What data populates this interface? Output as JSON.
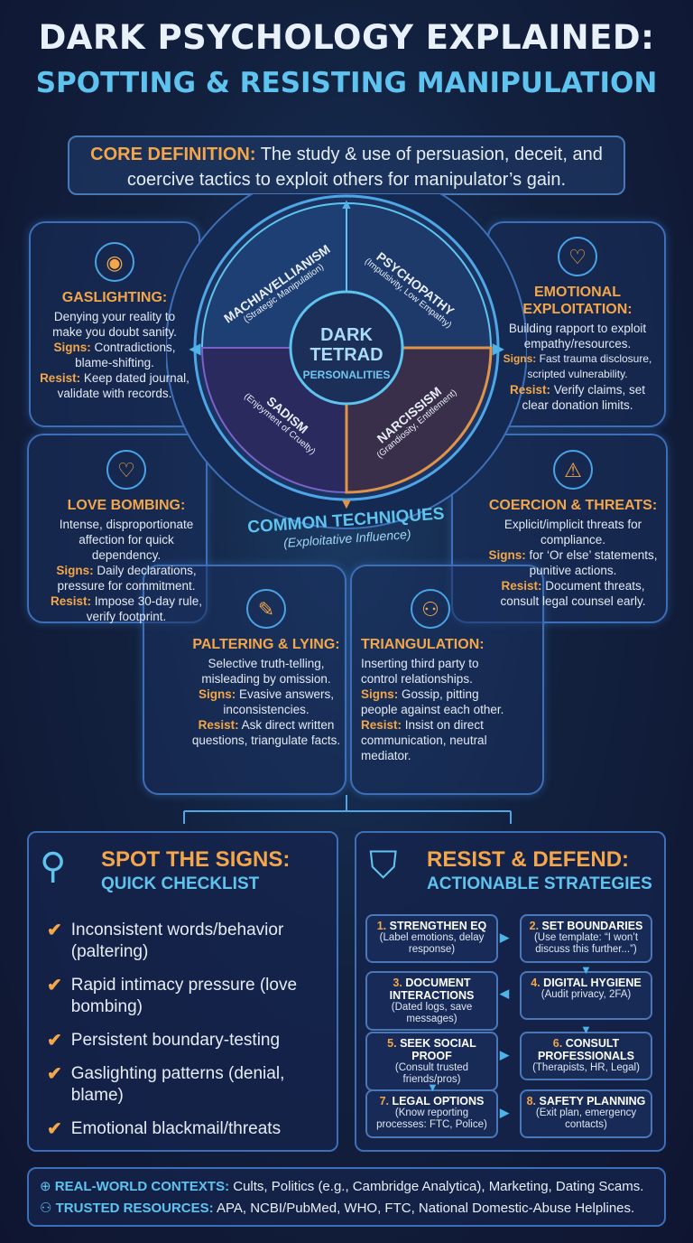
{
  "title": {
    "line1": "DARK PSYCHOLOGY EXPLAINED:",
    "line2": "SPOTTING & RESISTING MANIPULATION"
  },
  "core": {
    "label": "CORE DEFINITION:",
    "text": "The study & use of persuasion, deceit, and coercive tactics to exploit others for manipulator’s gain."
  },
  "tetrad": {
    "center": [
      "DARK",
      "TETRAD",
      "PERSONALITIES"
    ],
    "traits": [
      {
        "name": "MACHIAVELLIANISM",
        "desc": "(Strategic Manipulation)"
      },
      {
        "name": "PSYCHOPATHY",
        "desc": "(Impulsivity, Low Empathy)"
      },
      {
        "name": "SADISM",
        "desc": "(Enjoyment of Cruelty)"
      },
      {
        "name": "NARCISSISM",
        "desc": "(Grandiosity, Entitlement)"
      }
    ]
  },
  "techniques_hub": {
    "title": "COMMON TECHNIQUES",
    "subtitle": "(Exploitative Influence)"
  },
  "labels": {
    "signs": "Signs:",
    "resist": "Resist:"
  },
  "techniques": [
    {
      "icon": "brain-head-icon",
      "title": "GASLIGHTING:",
      "desc": "Denying your reality to make you doubt sanity.",
      "signs": "Contradictions, blame-shifting.",
      "resist": "Keep dated journal, validate with records."
    },
    {
      "icon": "broken-heart-icon",
      "title": "EMOTIONAL EXPLOITATION:",
      "desc": "Building rapport to exploit empathy/resources.",
      "signs": "Fast trauma disclosure, scripted vulnerability.",
      "resist": "Verify claims, set clear donation limits."
    },
    {
      "icon": "heart-icon",
      "title": "LOVE BOMBING:",
      "desc": "Intense, disproportionate affection for quick dependency.",
      "signs": "Daily declarations, pressure for commitment.",
      "resist": "Impose 30-day rule, verify footprint."
    },
    {
      "icon": "warning-icon",
      "title": "COERCION & THREATS:",
      "desc": "Explicit/implicit threats for compliance.",
      "signs": "for ‘Or else’ statements, punitive actions.",
      "resist": "Document threats, consult legal counsel early."
    },
    {
      "icon": "document-pen-icon",
      "title": "PALTERING & LYING:",
      "desc": "Selective truth-telling, misleading by omission.",
      "signs": "Evasive answers, inconsistencies.",
      "resist": "Ask direct written questions, triangulate facts."
    },
    {
      "icon": "network-people-icon",
      "title": "TRIANGULATION:",
      "desc": "Inserting third party to control relationships.",
      "signs": "Gossip, pitting people against each other.",
      "resist": "Insist on direct communication, neutral mediator."
    }
  ],
  "spot": {
    "title": "SPOT THE SIGNS:",
    "subtitle": "QUICK CHECKLIST",
    "items": [
      "Inconsistent words/behavior (paltering)",
      "Rapid intimacy pressure (love bombing)",
      "Persistent boundary-testing",
      "Gaslighting patterns (denial, blame)",
      "Emotional blackmail/threats"
    ]
  },
  "resist": {
    "title": "RESIST & DEFEND:",
    "subtitle": "ACTIONABLE STRATEGIES",
    "steps": [
      {
        "num": "1.",
        "title": "STRENGTHEN EQ",
        "desc": "(Label emotions, delay response)"
      },
      {
        "num": "2.",
        "title": "SET BOUNDARIES",
        "desc": "(Use template: “I won’t discuss this further...”)"
      },
      {
        "num": "3.",
        "title": "DOCUMENT INTERACTIONS",
        "desc": "(Dated logs, save messages)"
      },
      {
        "num": "4.",
        "title": "DIGITAL HYGIENE",
        "desc": "(Audit privacy, 2FA)"
      },
      {
        "num": "5.",
        "title": "SEEK SOCIAL PROOF",
        "desc": "(Consult trusted friends/pros)"
      },
      {
        "num": "6.",
        "title": "CONSULT PROFESSIONALS",
        "desc": "(Therapists, HR, Legal)"
      },
      {
        "num": "7.",
        "title": "LEGAL OPTIONS",
        "desc": "(Know reporting processes: FTC, Police)"
      },
      {
        "num": "8.",
        "title": "SAFETY PLANNING",
        "desc": "(Exit plan, emergency contacts)"
      }
    ]
  },
  "footer": {
    "contexts_label": "REAL-WORLD CONTEXTS:",
    "contexts": "Cults, Politics (e.g., Cambridge Analytica), Marketing, Dating Scams.",
    "resources_label": "TRUSTED RESOURCES:",
    "resources": "APA, NCBI/PubMed, WHO, FTC, National Domestic-Abuse Helplines."
  },
  "colors": {
    "accent_orange": "#f3a64a",
    "accent_blue": "#5ec4ef",
    "narcissism": "#e0944a",
    "sadism": "#7a62c9"
  }
}
